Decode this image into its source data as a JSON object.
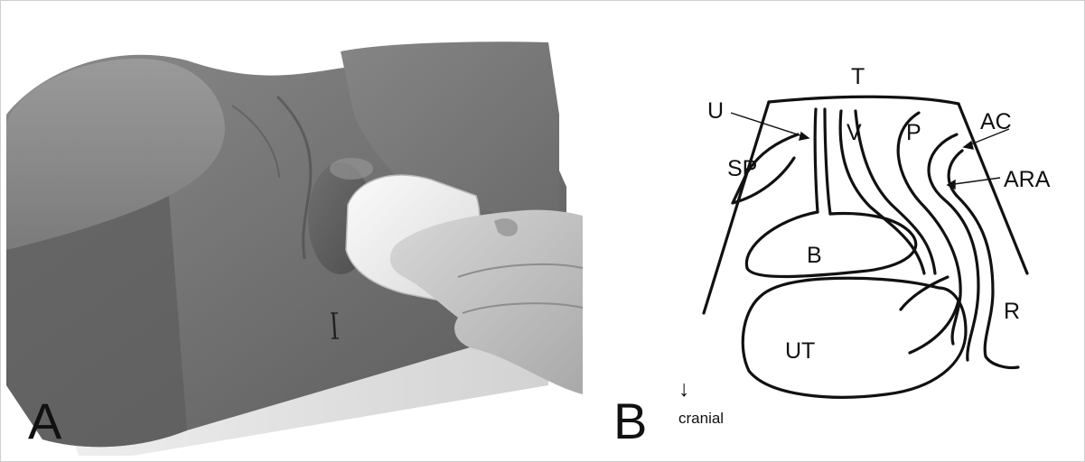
{
  "panels": {
    "a": {
      "letter": "A"
    },
    "b": {
      "letter": "B",
      "labels": {
        "t": "T",
        "u": "U",
        "sp": "SP",
        "v": "V",
        "p": "P",
        "ac": "AC",
        "ara": "ARA",
        "b": "B",
        "ut": "UT",
        "r": "R"
      },
      "orientation": {
        "arrow": "↓",
        "text": "cranial"
      }
    }
  }
}
